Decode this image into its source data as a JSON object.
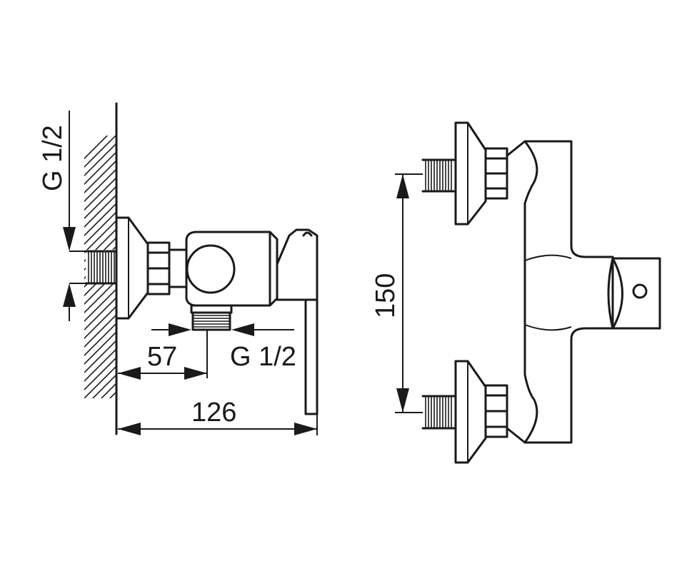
{
  "side_view": {
    "thread_label": "G 1/2",
    "outlet_thread_label": "G 1/2",
    "outlet_offset": "57",
    "projection": "126"
  },
  "front_view": {
    "inlet_spacing": "150"
  }
}
